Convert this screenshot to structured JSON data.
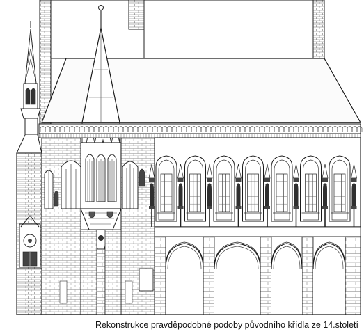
{
  "caption": "Rekonstrukce pravděpodobné podoby původního křídla ze 14.století",
  "colors": {
    "paper": "#ffffff",
    "ink": "#1a1a1a",
    "mid": "#555555",
    "light": "#999999",
    "dark_fill": "#3a3a3a",
    "roof_fill": "#fbfbfb"
  },
  "drawing": {
    "subject": "facade-elevation",
    "upper_windows": 7,
    "arcade_arches": 4,
    "statues": 8
  }
}
